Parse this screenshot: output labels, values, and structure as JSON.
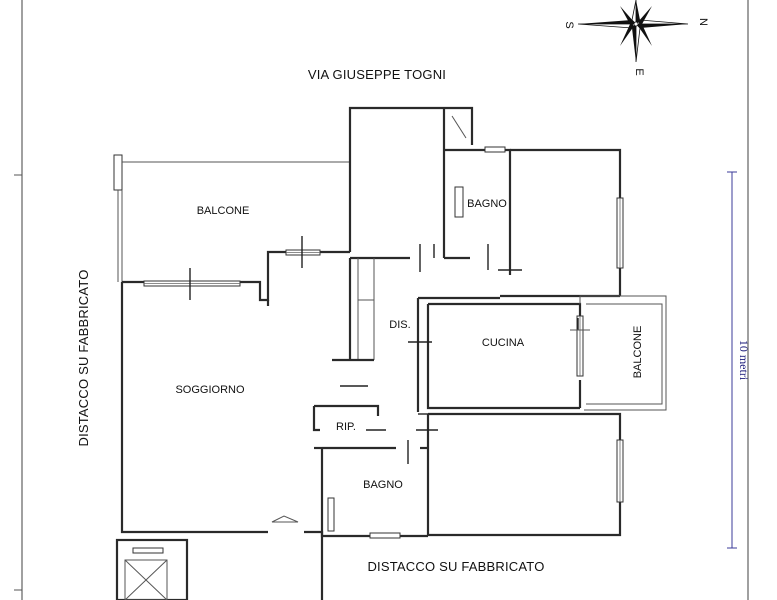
{
  "street_label": "VIA GIUSEPPE TOGNI",
  "side_label_left": "DISTACCO SU FABBRICATO",
  "side_label_bottom": "DISTACCO SU FABBRICATO",
  "scale_label": "10 metri",
  "compass": {
    "north": "N",
    "south": "S",
    "east": "E"
  },
  "rooms": {
    "balcone_top": "BALCONE",
    "soggiorno": "SOGGIORNO",
    "bagno_top": "BAGNO",
    "dis": "DIS.",
    "cucina": "CUCINA",
    "balcone_right": "BALCONE",
    "rip": "RIP.",
    "bagno_bottom": "BAGNO"
  }
}
